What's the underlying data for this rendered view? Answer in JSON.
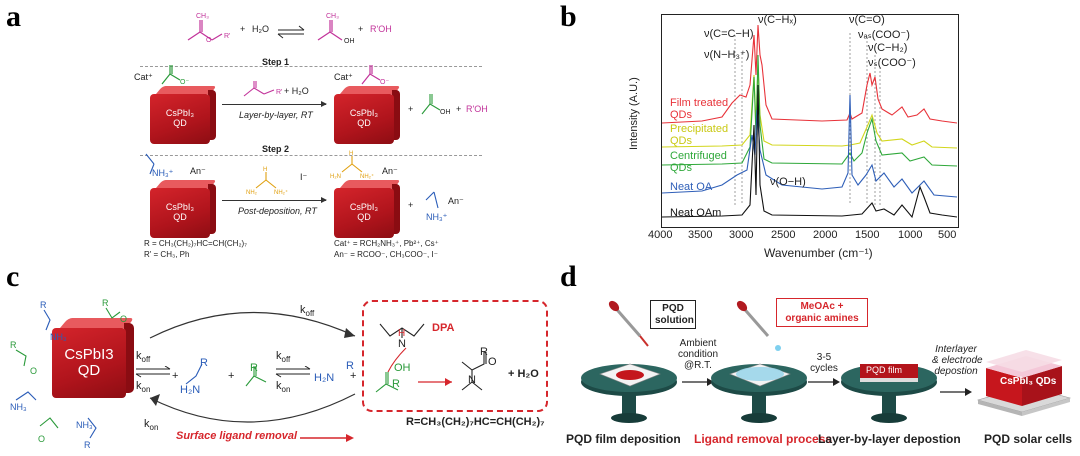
{
  "panels": {
    "a": {
      "letter": "a",
      "top_reaction": {
        "water": "H₂O",
        "alcohol": "R'OH",
        "plus1": "+",
        "plus2": "+"
      },
      "step1": {
        "title": "Step 1",
        "qd_label_1": "CsPbI₃",
        "qd_label_2": "QD",
        "cat_label": "Cat⁺",
        "water": "+ H₂O",
        "condition": "Layer-by-layer, RT",
        "alcohol": "R'OH",
        "plus": "+"
      },
      "step2": {
        "title": "Step 2",
        "amine": "NH₃⁺",
        "anion": "An⁻",
        "iodide": "I⁻",
        "condition": "Post-deposition, RT",
        "qd_label_1": "CsPbI₃",
        "qd_label_2": "QD",
        "an_after": "An⁻",
        "an_right": "An⁻",
        "nh3_right": "NH₃⁺",
        "plus": "+"
      },
      "footnotes": {
        "r_def": "R = CH₃(CH₂)₇HC=CH(CH₂)₇",
        "rp_def": "R' = CH₃, Ph",
        "cat_def": "Cat⁺ = RCH₂NH₃⁺, Pb²⁺, Cs⁺",
        "an_def": "An⁻ = RCOO⁻, CH₃COO⁻, I⁻"
      }
    },
    "b": {
      "letter": "b",
      "ylabel": "Intensity (A.U.)",
      "xlabel": "Wavenumber (cm⁻¹)",
      "x_ticks": [
        "4000",
        "3500",
        "3000",
        "2500",
        "2000",
        "1500",
        "1000",
        "500"
      ],
      "annotations": {
        "cc_h": "ν(C=C−H)",
        "n_h": "ν(N−H₃⁺)",
        "c_hx": "ν(C−Hₓ)",
        "c_o": "ν(C=O)",
        "vas_coo": "νₐₛ(COO⁻)",
        "c_h2": "ν(C−H₂)",
        "vs_coo": "νₛ(COO⁻)",
        "o_h": "ν(O−H)"
      },
      "series": [
        {
          "name": "Film treated QDs",
          "name_line1": "Film treated",
          "name_line2": "QDs",
          "color": "#e8333a"
        },
        {
          "name": "Precipitated QDs",
          "name_line1": "Precipitated",
          "name_line2": "QDs",
          "color": "#d2d61c"
        },
        {
          "name": "Centrifuged QDs",
          "name_line1": "Centrifuged",
          "name_line2": "QDs",
          "color": "#2fa83a"
        },
        {
          "name": "Neat OA",
          "name_line1": "Neat OA",
          "name_line2": "",
          "color": "#2f5fb8"
        },
        {
          "name": "Neat OAm",
          "name_line1": "Neat OAm",
          "name_line2": "",
          "color": "#111111"
        }
      ]
    },
    "c": {
      "letter": "c",
      "qd_label_1": "CsPbI3",
      "qd_label_2": "QD",
      "k_off": "k",
      "k_off_sub": "off",
      "k_on": "k",
      "k_on_sub": "on",
      "plus": "+",
      "dpa": "DPA",
      "water": "+ H₂O",
      "r_def": "R=CH₃(CH₂)₇HC=CH(CH₂)₇",
      "removal": "Surface ligand removal",
      "small_R": "R",
      "small_O": "O",
      "small_OH": "OH",
      "small_N": "N",
      "small_H": "H",
      "nh3": "NH₃",
      "h2n": "H₂N"
    },
    "d": {
      "letter": "d",
      "pqd_solution_1": "PQD",
      "pqd_solution_2": "solution",
      "meoac_1": "MeOAc +",
      "meoac_2": "organic amines",
      "ambient_1": "Ambient",
      "ambient_2": "condition",
      "ambient_3": "@R.T.",
      "cycles_1": "3-5",
      "cycles_2": "cycles",
      "interlayer_1": "Interlayer",
      "interlayer_2": "& electrode",
      "interlayer_3": "depostion",
      "pqd_film": "PQD film",
      "cells_label": "CsPbI₃ QDs",
      "captions": {
        "deposition": "PQD film deposition",
        "removal": "Ligand removal process",
        "lbl": "Layer-by-layer depostion",
        "cells": "PQD solar cells"
      }
    }
  }
}
